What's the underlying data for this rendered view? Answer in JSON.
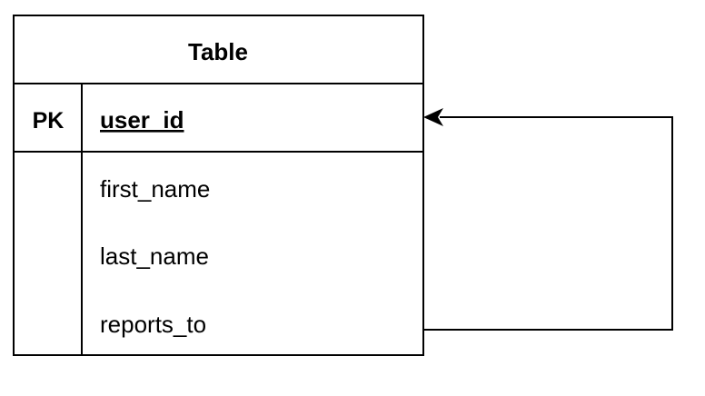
{
  "table": {
    "title": "Table",
    "primary_key": {
      "marker": "PK",
      "name": "user_id"
    },
    "fields": [
      "first_name",
      "last_name",
      "reports_to"
    ]
  },
  "relationship": {
    "from_field": "reports_to",
    "to_field": "user_id",
    "arrowhead": "open-arrow"
  }
}
